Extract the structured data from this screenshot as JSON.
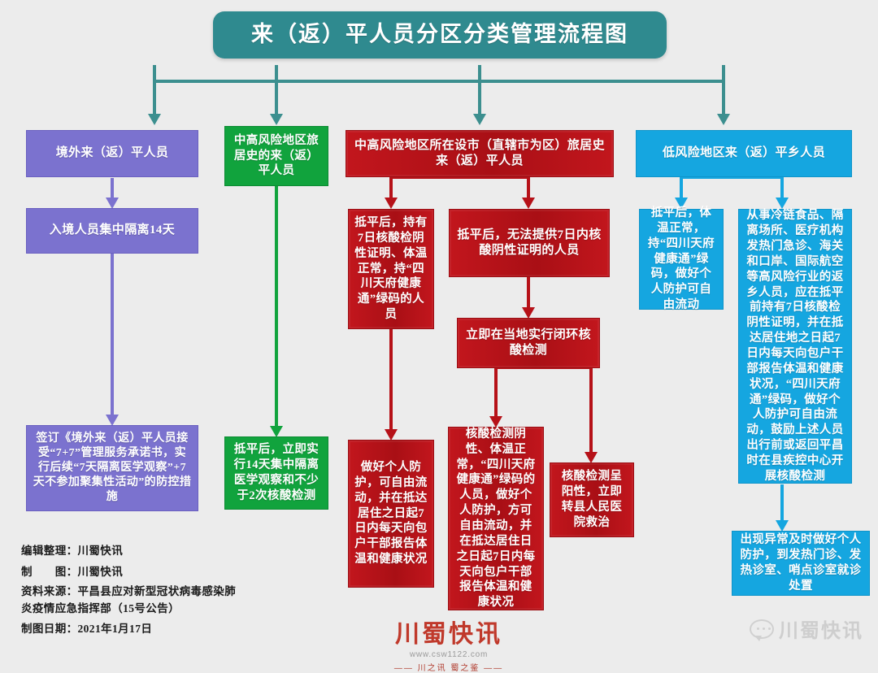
{
  "title": "来（返）平人员分区分类管理流程图",
  "columns": {
    "overseas": {
      "header": "境外来（返）平人员",
      "step1": "入境人员集中隔离14天",
      "step2": "签订《境外来（返）平人员接受“7+7”管理服务承诺书，实行后续“7天隔离医学观察”+7天不参加聚集性活动”的防控措施"
    },
    "medium_high_residence": {
      "header": "中高风险地区旅居史的来（返）平人员",
      "step1": "抵平后，立即实行14天集中隔离医学观察和不少于2次核酸检测"
    },
    "medium_high_city": {
      "header": "中高风险地区所在设市（直辖市为区）旅居史来（返）平人员",
      "branch_left": "抵平后，持有7日核酸检阴性证明、体温正常，持“四川天府健康通”绿码的人员",
      "branch_left_result": "做好个人防护，可自由流动，并在抵达居住之日起7日内每天向包户干部报告体温和健康状况",
      "branch_right": "抵平后，无法提供7日内核酸阴性证明的人员",
      "branch_right_step": "立即在当地实行闭环核酸检测",
      "branch_right_neg": "核酸检测阴性、体温正常，“四川天府健康通”绿码的人员，做好个人防护，方可自由流动，并在抵达居住日之日起7日内每天向包户干部报告体温和健康状况",
      "branch_right_pos": "核酸检测呈阳性，立即转县人民医院救治"
    },
    "low_risk": {
      "header": "低风险地区来（返）平乡人员",
      "branch_left": "抵平后，体温正常，持“四川天府健康通”绿码，做好个人防护可自由流动",
      "branch_right": "从事冷链食品、隔离场所、医疗机构发热门急诊、海关和口岸、国际航空等高风险行业的返乡人员，应在抵平前持有7日核酸检阴性证明，并在抵达居住地之日起7日内每天向包户干部报告体温和健康状况，“四川天府通”绿码，做好个人防护可自由流动，鼓励上述人员出行前或返回平昌时在县疾控中心开展核酸检测",
      "branch_right_result": "出现异常及时做好个人防护，到发热门诊、发热诊室、哨点诊室就诊处置"
    }
  },
  "credits": {
    "line1": "编辑整理：川蜀快讯",
    "line2": "制　　图：川蜀快讯",
    "line3": "资料来源：平昌县应对新型冠状病毒感染肺",
    "line4": "炎疫情应急指挥部（15号公告）",
    "line5": "制图日期：2021年1月17日"
  },
  "logo": {
    "name": "川蜀快讯",
    "url": "www.csw1122.com",
    "slogan": "—— 川之讯 蜀之鉴 ——"
  },
  "watermark": {
    "name": "川蜀快讯"
  },
  "colors": {
    "title_bg": "#2f8a8f",
    "purple": "#7b72cf",
    "green": "#11a33d",
    "red": "#b61118",
    "blue": "#15a6e0",
    "page_bg": "#ececec"
  }
}
